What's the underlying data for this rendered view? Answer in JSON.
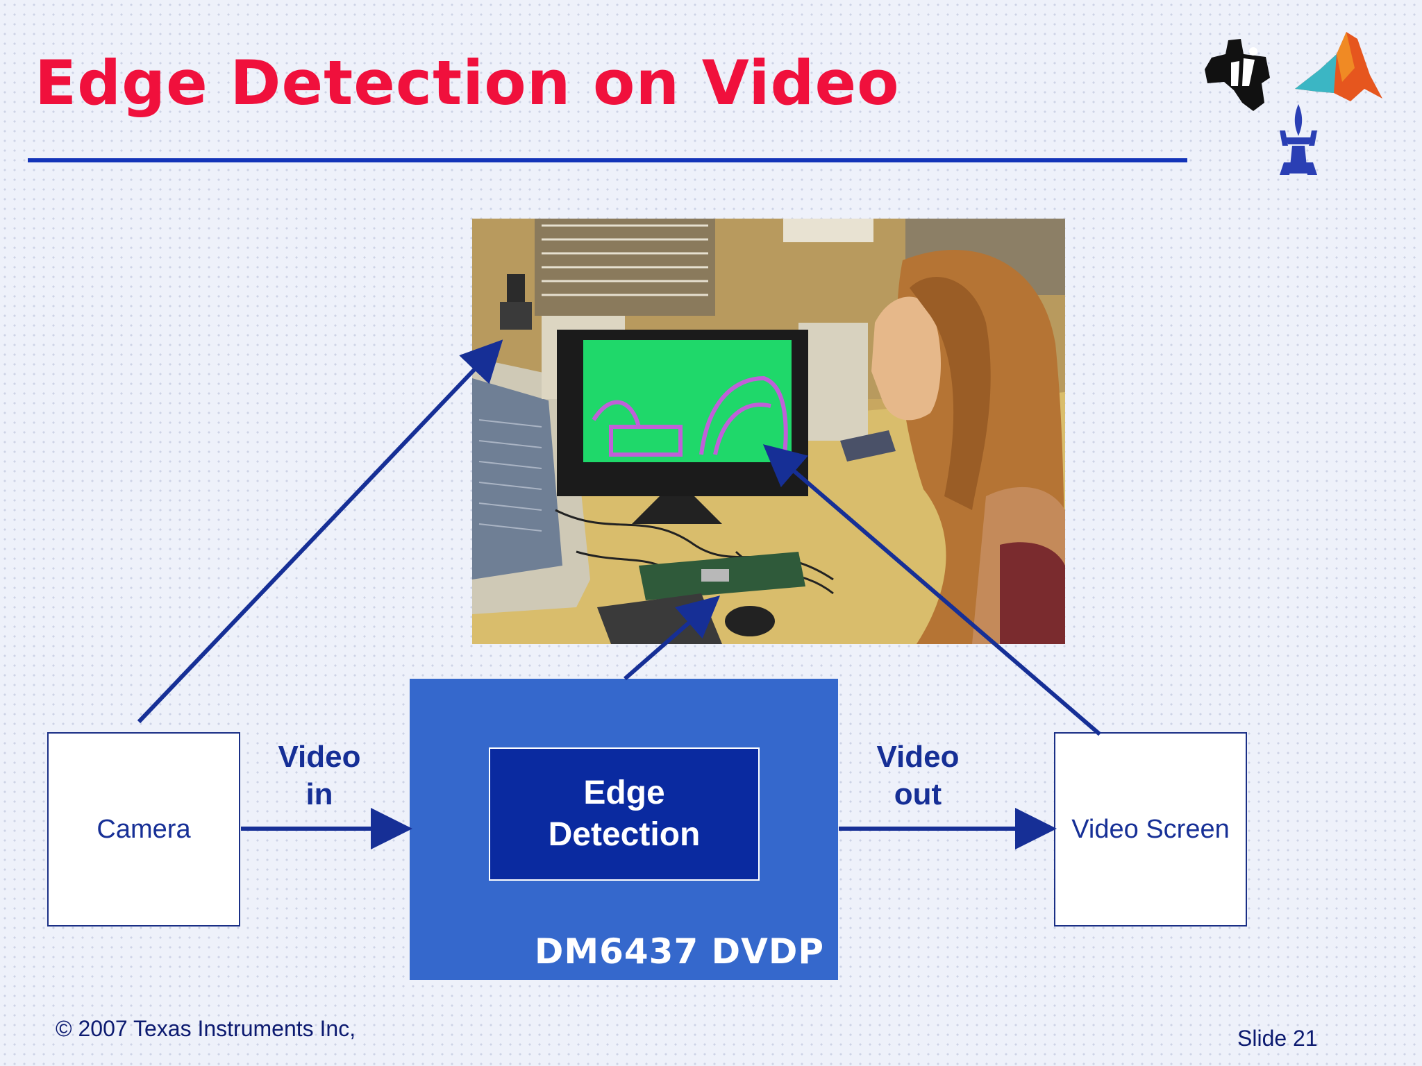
{
  "slide": {
    "title": "Edge Detection on Video",
    "footer_copyright": "© 2007 Texas Instruments Inc,",
    "slide_number": "Slide 21"
  },
  "diagram": {
    "camera_label": "Camera",
    "video_in_label_line1": "Video",
    "video_in_label_line2": "in",
    "processor_label": "DM6437 DVDP",
    "edge_detection_line1": "Edge",
    "edge_detection_line2": "Detection",
    "video_out_label_line1": "Video",
    "video_out_label_line2": "out",
    "screen_label": "Video Screen"
  },
  "photo": {
    "description_icon": "lab-photo-image"
  },
  "logos": [
    "ti-logo-icon",
    "matlab-logo-icon",
    "university-emblem-icon"
  ],
  "colors": {
    "title": "#f0103c",
    "rule": "#1233b8",
    "diagram_blue": "#162f96",
    "processor_fill": "#3568cc",
    "inner_fill": "#0a2aa0"
  }
}
